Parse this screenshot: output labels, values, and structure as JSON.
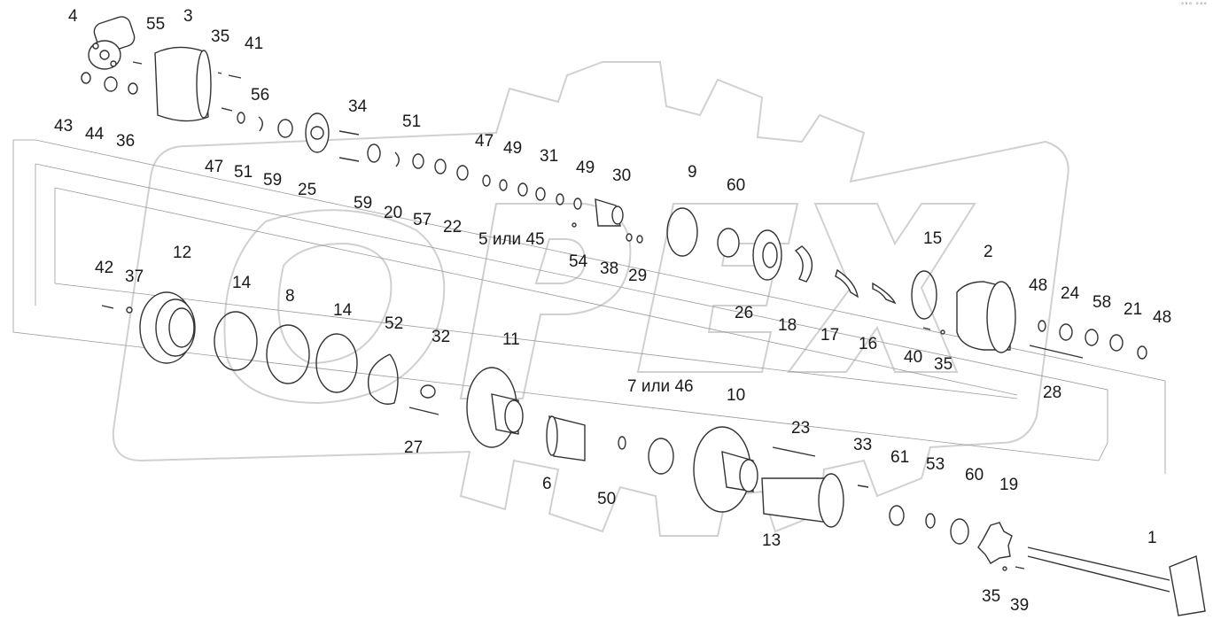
{
  "watermark": {
    "text": "OPEX",
    "color": "#d7d7d7"
  },
  "corner_mark": "°°° °°°",
  "parts": [
    {
      "id": "p1",
      "label": "1"
    },
    {
      "id": "p2",
      "label": "2"
    },
    {
      "id": "p3",
      "label": "3"
    },
    {
      "id": "p4",
      "label": "4"
    },
    {
      "id": "p5",
      "label": "5 или 45"
    },
    {
      "id": "p6",
      "label": "6"
    },
    {
      "id": "p7",
      "label": "7 или 46"
    },
    {
      "id": "p8",
      "label": "8"
    },
    {
      "id": "p9",
      "label": "9"
    },
    {
      "id": "p10",
      "label": "10"
    },
    {
      "id": "p11",
      "label": "11"
    },
    {
      "id": "p12",
      "label": "12"
    },
    {
      "id": "p13",
      "label": "13"
    },
    {
      "id": "p14a",
      "label": "14"
    },
    {
      "id": "p14b",
      "label": "14"
    },
    {
      "id": "p15",
      "label": "15"
    },
    {
      "id": "p16",
      "label": "16"
    },
    {
      "id": "p17",
      "label": "17"
    },
    {
      "id": "p18",
      "label": "18"
    },
    {
      "id": "p19",
      "label": "19"
    },
    {
      "id": "p20",
      "label": "20"
    },
    {
      "id": "p21",
      "label": "21"
    },
    {
      "id": "p22",
      "label": "22"
    },
    {
      "id": "p23",
      "label": "23"
    },
    {
      "id": "p24",
      "label": "24"
    },
    {
      "id": "p25",
      "label": "25"
    },
    {
      "id": "p26",
      "label": "26"
    },
    {
      "id": "p27",
      "label": "27"
    },
    {
      "id": "p28",
      "label": "28"
    },
    {
      "id": "p29",
      "label": "29"
    },
    {
      "id": "p30",
      "label": "30"
    },
    {
      "id": "p31",
      "label": "31"
    },
    {
      "id": "p32",
      "label": "32"
    },
    {
      "id": "p33",
      "label": "33"
    },
    {
      "id": "p34",
      "label": "34"
    },
    {
      "id": "p35a",
      "label": "35"
    },
    {
      "id": "p35b",
      "label": "35"
    },
    {
      "id": "p35c",
      "label": "35"
    },
    {
      "id": "p36",
      "label": "36"
    },
    {
      "id": "p37",
      "label": "37"
    },
    {
      "id": "p38",
      "label": "38"
    },
    {
      "id": "p39",
      "label": "39"
    },
    {
      "id": "p40",
      "label": "40"
    },
    {
      "id": "p41",
      "label": "41"
    },
    {
      "id": "p42",
      "label": "42"
    },
    {
      "id": "p43",
      "label": "43"
    },
    {
      "id": "p44",
      "label": "44"
    },
    {
      "id": "p47a",
      "label": "47"
    },
    {
      "id": "p47b",
      "label": "47"
    },
    {
      "id": "p48a",
      "label": "48"
    },
    {
      "id": "p48b",
      "label": "48"
    },
    {
      "id": "p49a",
      "label": "49"
    },
    {
      "id": "p49b",
      "label": "49"
    },
    {
      "id": "p50",
      "label": "50"
    },
    {
      "id": "p51a",
      "label": "51"
    },
    {
      "id": "p51b",
      "label": "51"
    },
    {
      "id": "p52",
      "label": "52"
    },
    {
      "id": "p53",
      "label": "53"
    },
    {
      "id": "p54",
      "label": "54"
    },
    {
      "id": "p55",
      "label": "55"
    },
    {
      "id": "p56",
      "label": "56"
    },
    {
      "id": "p57",
      "label": "57"
    },
    {
      "id": "p58",
      "label": "58"
    },
    {
      "id": "p59a",
      "label": "59"
    },
    {
      "id": "p59b",
      "label": "59"
    },
    {
      "id": "p60a",
      "label": "60"
    },
    {
      "id": "p60b",
      "label": "60"
    },
    {
      "id": "p61",
      "label": "61"
    }
  ]
}
